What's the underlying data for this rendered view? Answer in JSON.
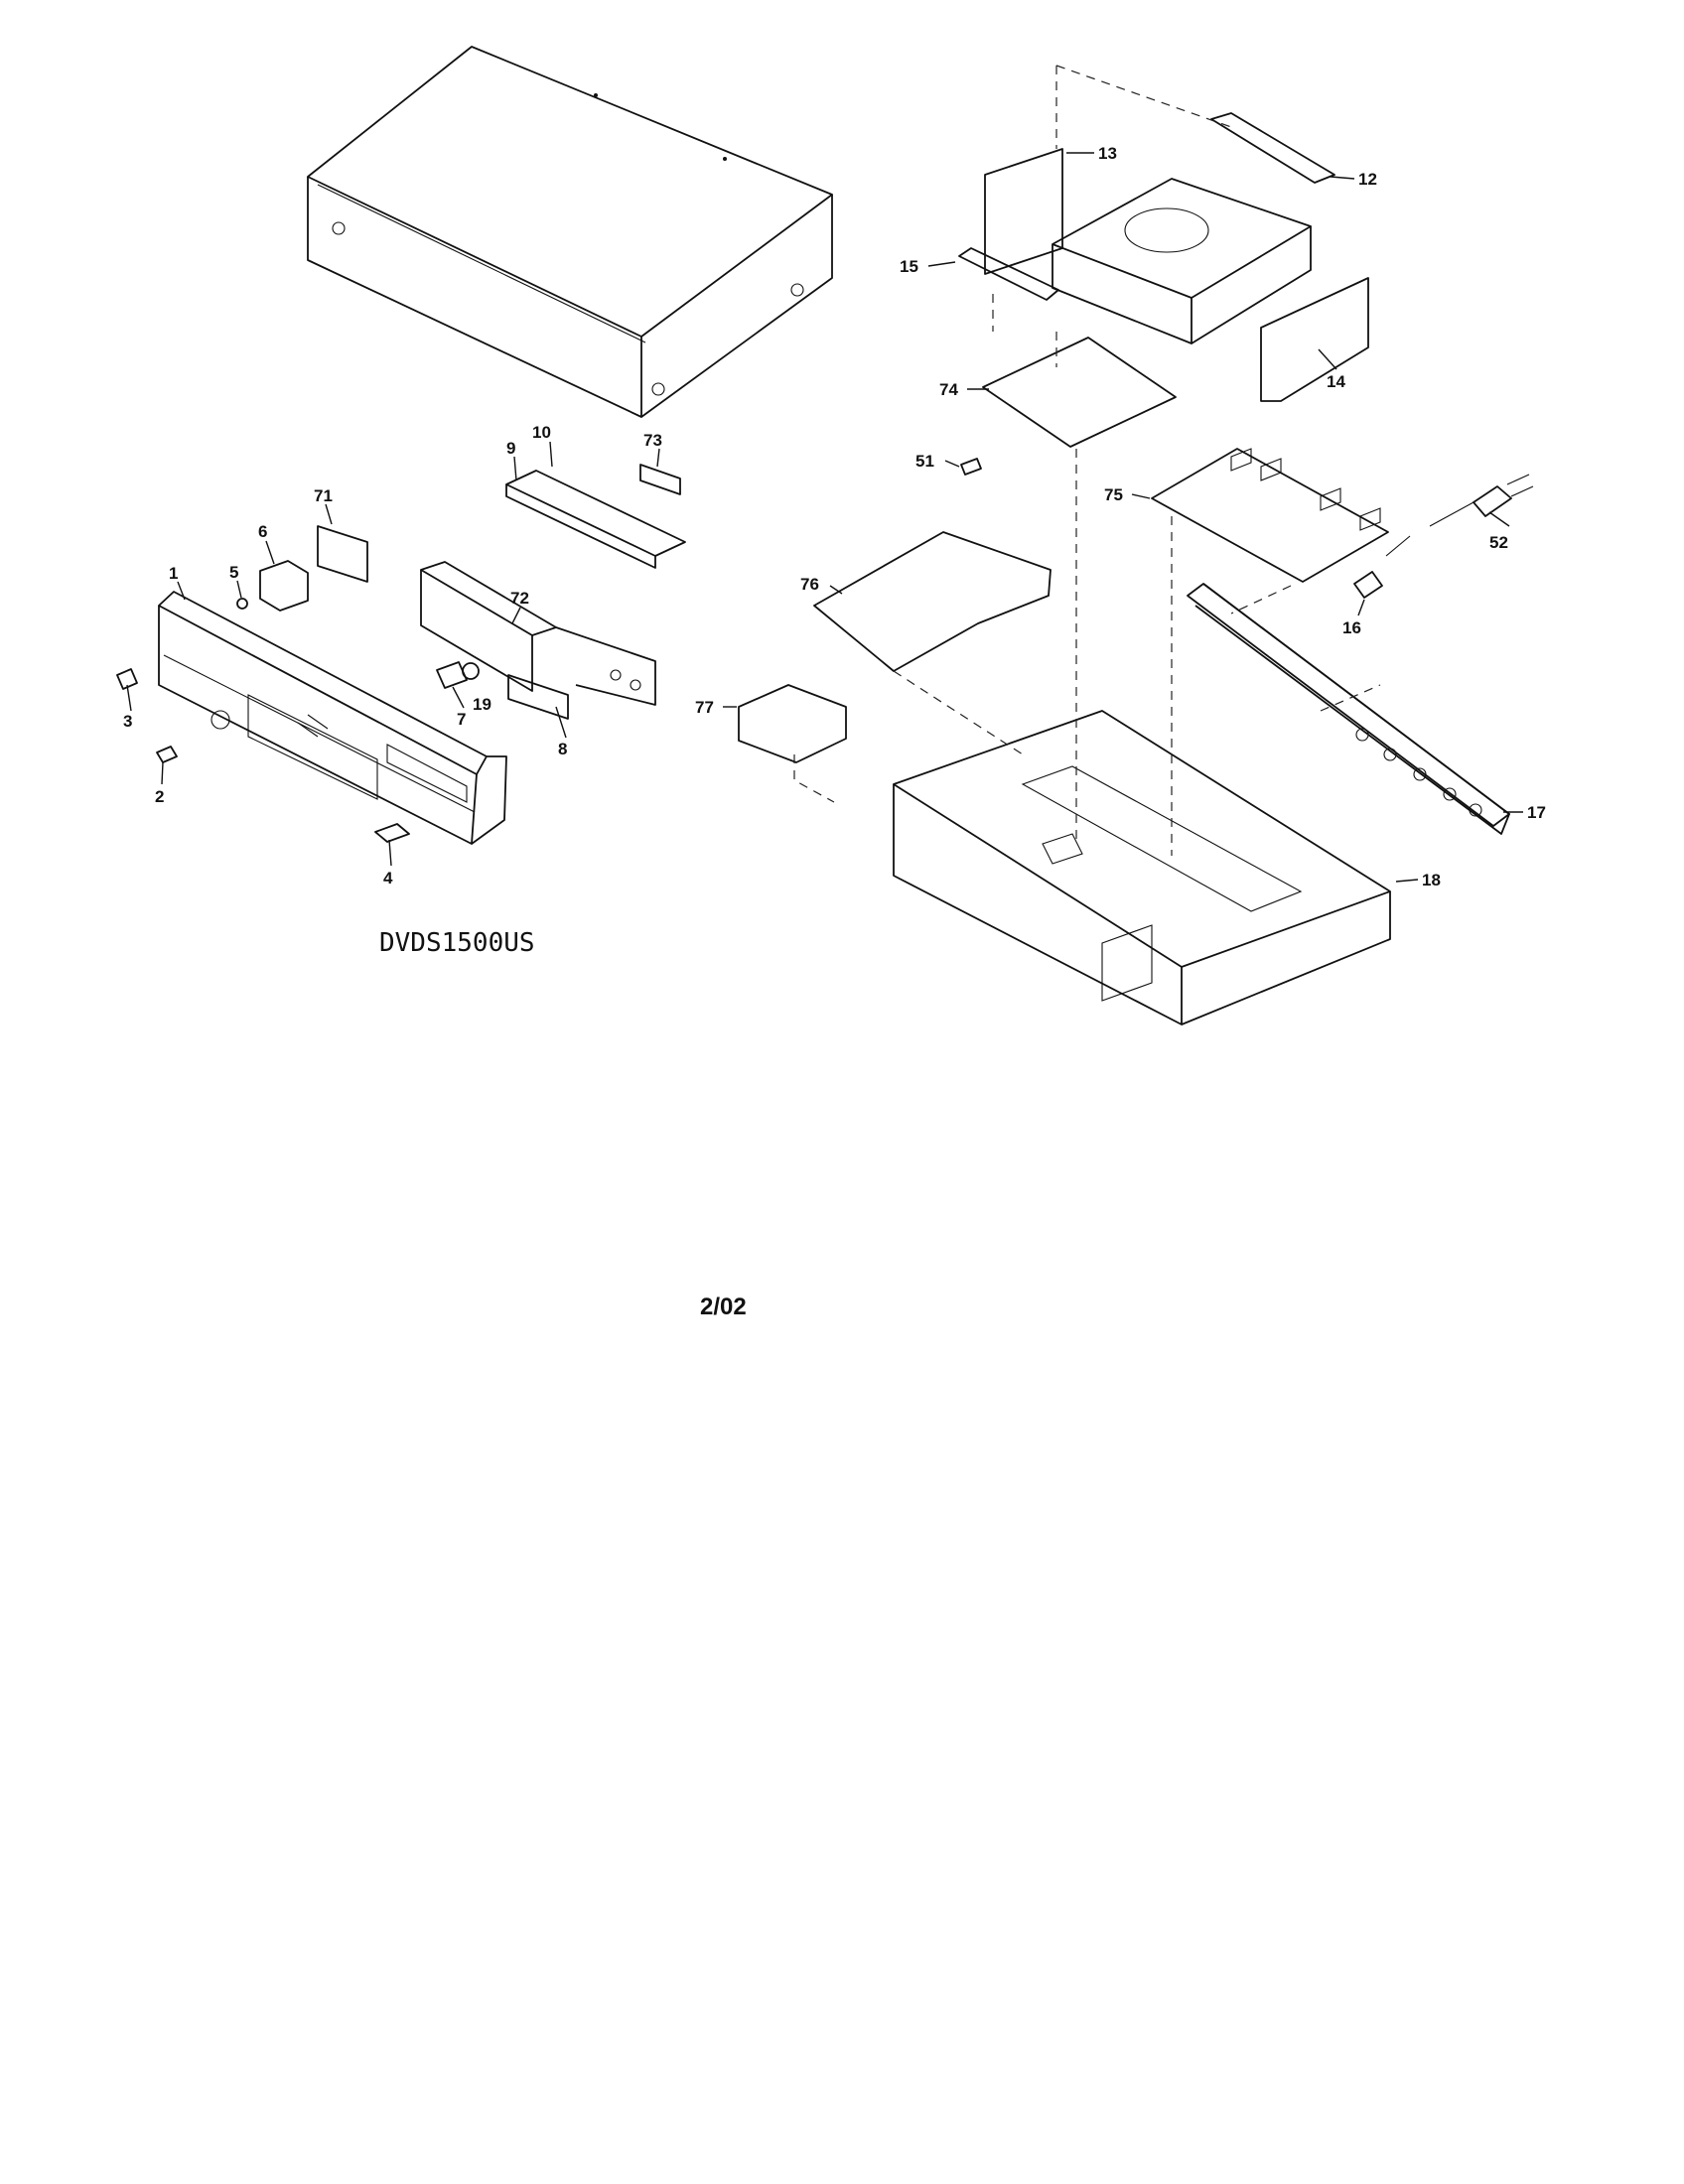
{
  "model_label": "DVDS1500US",
  "date_label": "2/02",
  "callouts": {
    "c1": "1",
    "c2": "2",
    "c3": "3",
    "c4": "4",
    "c5": "5",
    "c6": "6",
    "c7": "7",
    "c8": "8",
    "c9": "9",
    "c10": "10",
    "c12": "12",
    "c13": "13",
    "c14": "14",
    "c15": "15",
    "c16": "16",
    "c17": "17",
    "c18": "18",
    "c19": "19",
    "c51": "51",
    "c52": "52",
    "c71": "71",
    "c72": "72",
    "c73": "73",
    "c74": "74",
    "c75": "75",
    "c76": "76",
    "c77": "77"
  }
}
